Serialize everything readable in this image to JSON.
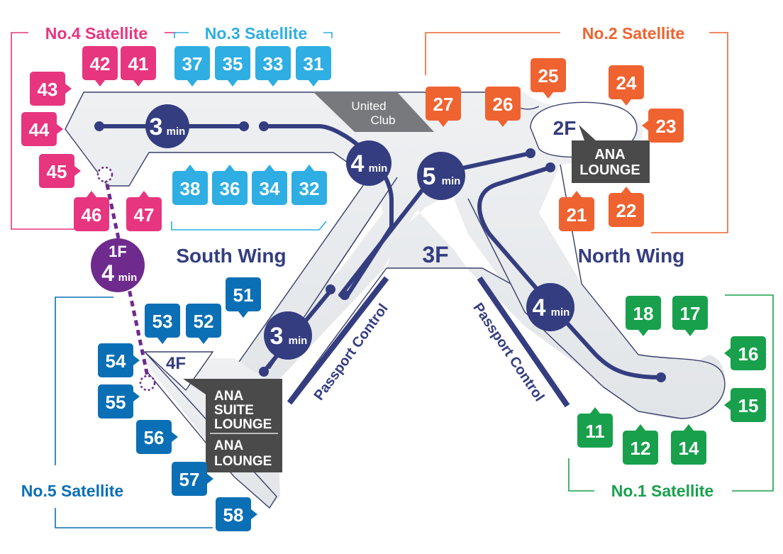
{
  "floor_label": "3F",
  "colors": {
    "satellite_1": "#18a04c",
    "satellite_2": "#ef6331",
    "satellite_3": "#2eaee2",
    "satellite_4": "#e7357f",
    "satellite_5": "#0b6fb5",
    "route": "#343d80",
    "route_1f": "#6e2b8d",
    "concourse": "#e7eaed",
    "lounge": "#4a4a4a"
  },
  "satellites": {
    "s1": {
      "label": "No.1 Satellite",
      "gates": [
        "11",
        "12",
        "14",
        "15",
        "16",
        "17",
        "18"
      ]
    },
    "s2": {
      "label": "No.2 Satellite",
      "gates": [
        "21",
        "22",
        "23",
        "24",
        "25",
        "26",
        "27"
      ]
    },
    "s3": {
      "label": "No.3 Satellite",
      "gates": [
        "31",
        "32",
        "33",
        "34",
        "35",
        "36",
        "37",
        "38"
      ]
    },
    "s4": {
      "label": "No.4 Satellite",
      "gates": [
        "41",
        "42",
        "43",
        "44",
        "45",
        "46",
        "47"
      ]
    },
    "s5": {
      "label": "No.5 Satellite",
      "gates": [
        "51",
        "52",
        "53",
        "54",
        "55",
        "56",
        "57",
        "58"
      ]
    }
  },
  "wings": {
    "south": "South Wing",
    "north": "North Wing"
  },
  "passport_control": "Passport Control",
  "united_club": {
    "line1": "United",
    "line2": "Club"
  },
  "walk_times": {
    "south_left": {
      "value": "3",
      "unit": "min"
    },
    "south_mid": {
      "value": "4",
      "unit": "min"
    },
    "center": {
      "value": "5",
      "unit": "min"
    },
    "south_lower": {
      "value": "3",
      "unit": "min"
    },
    "north_lower": {
      "value": "4",
      "unit": "min"
    },
    "floor1": {
      "floor": "1F",
      "value": "4",
      "unit": "min"
    }
  },
  "floors": {
    "north_2f": "2F",
    "south_4f": "4F"
  },
  "lounges": {
    "ana_north": {
      "line1": "ANA",
      "line2": "LOUNGE"
    },
    "ana_suite": {
      "line1": "ANA",
      "line2": "SUITE",
      "line3": "LOUNGE"
    },
    "ana_south": {
      "line1": "ANA",
      "line2": "LOUNGE"
    }
  }
}
